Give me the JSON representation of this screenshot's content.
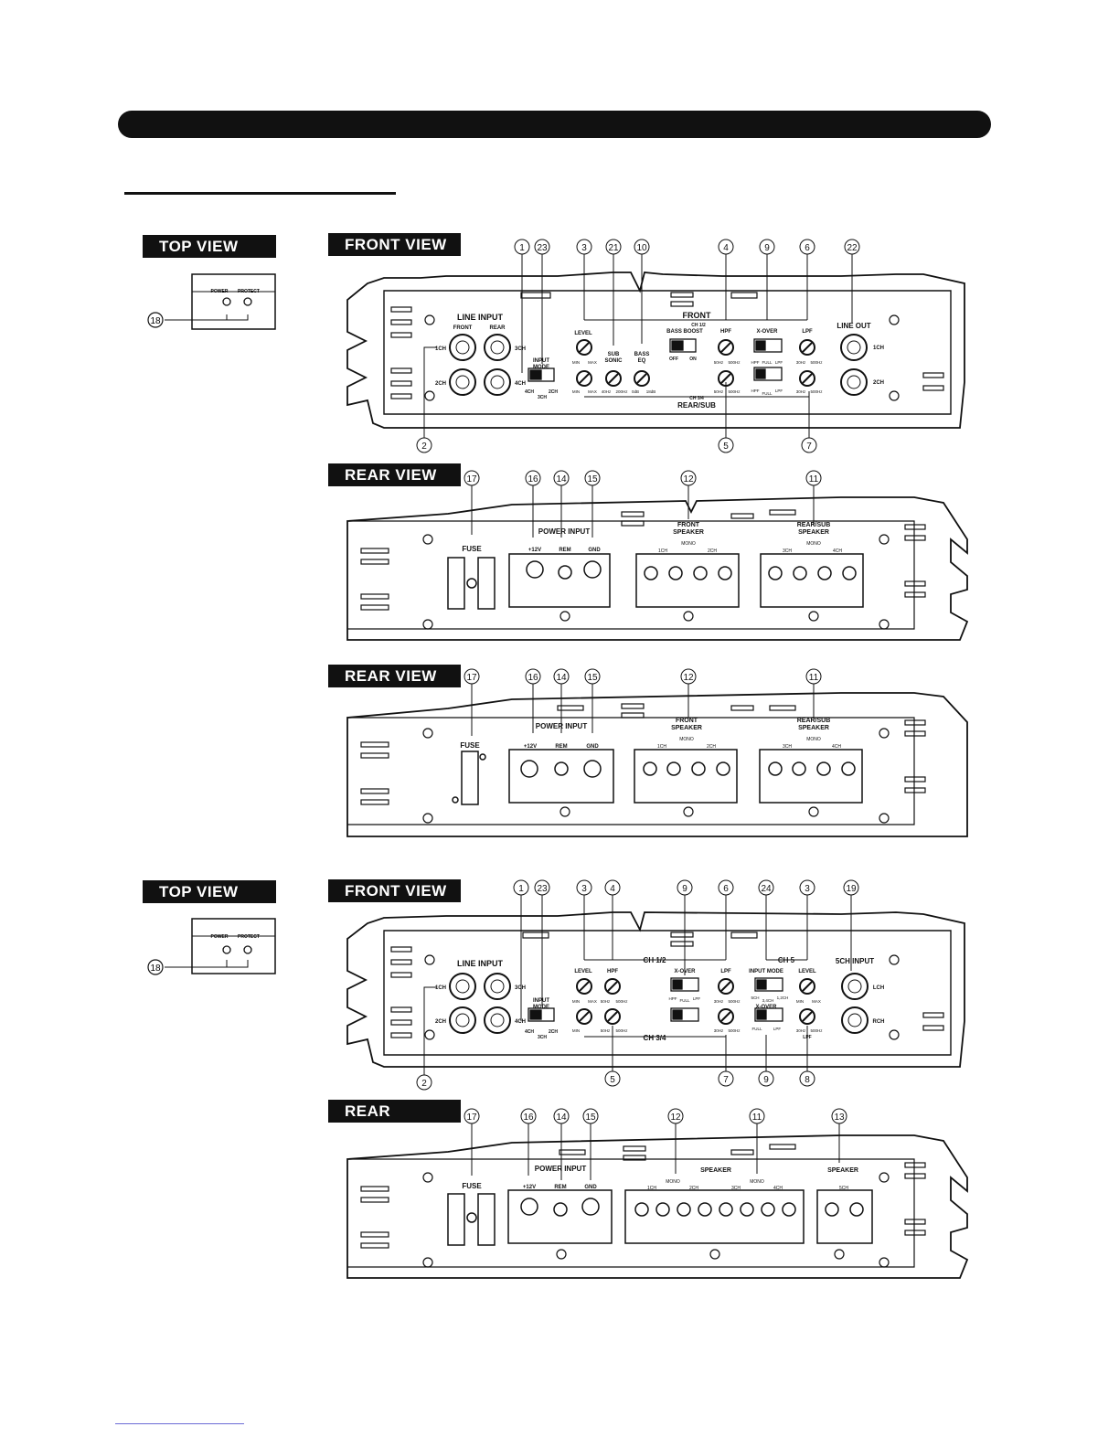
{
  "labels": {
    "top_view": "TOP VIEW",
    "front_view": "FRONT VIEW",
    "rear_view": "REAR VIEW",
    "rear": "REAR"
  },
  "top_panel": {
    "power": "POWER",
    "protect": "PROTECT",
    "callout": "18"
  },
  "front4": {
    "callouts_top": [
      "1",
      "23",
      "3",
      "21",
      "10",
      "4",
      "9",
      "6",
      "22"
    ],
    "callouts_bottom": [
      "2",
      "5",
      "7"
    ],
    "line_input": "LINE INPUT",
    "front": "FRONT",
    "rear": "REAR",
    "ch1": "1CH",
    "ch2": "2CH",
    "ch3": "3CH",
    "ch4": "4CH",
    "input_mode": [
      "INPUT",
      "MODE"
    ],
    "mode_opts": [
      "4CH",
      "3CH",
      "2CH"
    ],
    "front_title": "FRONT",
    "ch12": "CH 1/2",
    "level": "LEVEL",
    "min": "MIN",
    "max": "MAX",
    "sub_sonic": [
      "SUB",
      "SONIC"
    ],
    "bass_eq": [
      "BASS",
      "EQ"
    ],
    "bass_boost": "BASS BOOST",
    "off": "OFF",
    "on": "ON",
    "hpf": "HPF",
    "xover": "X-OVER",
    "lpf": "LPF",
    "hz40": "40Hz",
    "hz200": "200Hz",
    "db0": "0dB",
    "db18": "18dB",
    "hz50": "50Hz",
    "hz500": "500Hz",
    "hz30": "30Hz",
    "full": "FULL",
    "ch34": "CH 3/4",
    "rear_sub": "REAR/SUB",
    "line_out": "LINE OUT"
  },
  "rear4": {
    "callouts": [
      "17",
      "16",
      "14",
      "15",
      "12",
      "11"
    ],
    "fuse": "FUSE",
    "power_input": "POWER INPUT",
    "v12": "+12V",
    "rem": "REM",
    "gnd": "GND",
    "front_speaker": [
      "FRONT",
      "SPEAKER"
    ],
    "rear_sub_speaker": [
      "REAR/SUB",
      "SPEAKER"
    ],
    "mono": "MONO",
    "s1": "1CH",
    "s2": "2CH",
    "s3": "3CH",
    "s4": "4CH"
  },
  "front5": {
    "callouts_top": [
      "1",
      "23",
      "3",
      "4",
      "9",
      "6",
      "24",
      "3",
      "19"
    ],
    "callouts_bottom": [
      "2",
      "5",
      "7",
      "9",
      "8"
    ],
    "ch12": "CH 1/2",
    "ch5": "CH 5",
    "ch34": "CH 3/4",
    "input_mode": "INPUT MODE",
    "mode_opts": [
      "5CH",
      "3,4CH",
      "1,2CH"
    ],
    "five_ch_input": "5CH INPUT",
    "lch": "LCH",
    "rch": "RCH"
  },
  "rear5": {
    "callouts": [
      "17",
      "16",
      "14",
      "15",
      "12",
      "11",
      "13"
    ],
    "speaker": "SPEAKER",
    "s5": "5CH"
  }
}
